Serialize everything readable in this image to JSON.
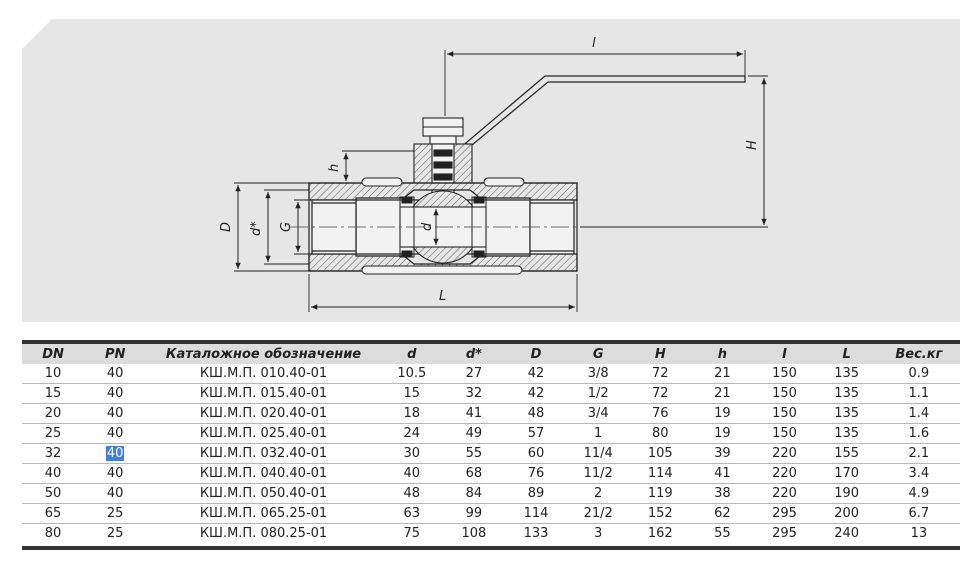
{
  "drawing": {
    "labels": {
      "l_top": "l",
      "H": "H",
      "h": "h",
      "D": "D",
      "d_star": "d*",
      "G": "G",
      "d": "d",
      "L": "L"
    },
    "colors": {
      "panel": "#e6e6e6",
      "line": "#222222"
    }
  },
  "table": {
    "headers": [
      "DN",
      "PN",
      "Каталожное обозначение",
      "d",
      "d*",
      "D",
      "G",
      "H",
      "h",
      "I",
      "L",
      "Вес.кг"
    ],
    "rows": [
      [
        "10",
        "40",
        "КШ.М.П. 010.40-01",
        "10.5",
        "27",
        "42",
        "3/8",
        "72",
        "21",
        "150",
        "135",
        "0.9"
      ],
      [
        "15",
        "40",
        "КШ.М.П. 015.40-01",
        "15",
        "32",
        "42",
        "1/2",
        "72",
        "21",
        "150",
        "135",
        "1.1"
      ],
      [
        "20",
        "40",
        "КШ.М.П. 020.40-01",
        "18",
        "41",
        "48",
        "3/4",
        "76",
        "19",
        "150",
        "135",
        "1.4"
      ],
      [
        "25",
        "40",
        "КШ.М.П. 025.40-01",
        "24",
        "49",
        "57",
        "1",
        "80",
        "19",
        "150",
        "135",
        "1.6"
      ],
      [
        "32",
        "40",
        "КШ.М.П. 032.40-01",
        "30",
        "55",
        "60",
        "11/4",
        "105",
        "39",
        "220",
        "155",
        "2.1"
      ],
      [
        "40",
        "40",
        "КШ.М.П. 040.40-01",
        "40",
        "68",
        "76",
        "11/2",
        "114",
        "41",
        "220",
        "170",
        "3.4"
      ],
      [
        "50",
        "40",
        "КШ.М.П. 050.40-01",
        "48",
        "84",
        "89",
        "2",
        "119",
        "38",
        "220",
        "190",
        "4.9"
      ],
      [
        "65",
        "25",
        "КШ.М.П. 065.25-01",
        "63",
        "99",
        "114",
        "21/2",
        "152",
        "62",
        "295",
        "200",
        "6.7"
      ],
      [
        "80",
        "25",
        "КШ.М.П. 080.25-01",
        "75",
        "108",
        "133",
        "3",
        "162",
        "55",
        "295",
        "240",
        "13"
      ]
    ],
    "highlight": {
      "row": 4,
      "col": 1
    }
  }
}
